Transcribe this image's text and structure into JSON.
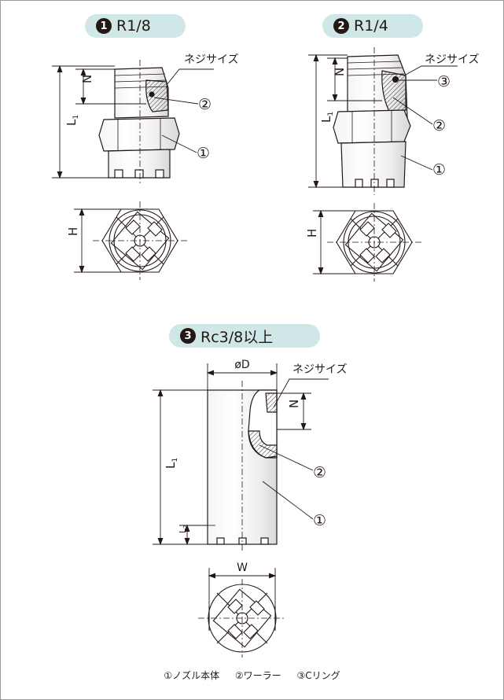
{
  "figures": [
    {
      "num": "1",
      "label": "R1/8"
    },
    {
      "num": "2",
      "label": "R1/4"
    },
    {
      "num": "3",
      "label": "Rc3/8以上"
    }
  ],
  "callouts": {
    "thread_size": "ネジサイズ",
    "part1": "①",
    "part2": "②",
    "part3": "③"
  },
  "dimensions": {
    "N": "N",
    "L1": "L",
    "L1_sub": "1",
    "L2": "L",
    "L2_sub": "2",
    "H": "H",
    "D": "øD",
    "W": "W"
  },
  "legend": {
    "item1": "①ノズル本体",
    "item2": "②ワーラー",
    "item3": "③Cリング"
  }
}
